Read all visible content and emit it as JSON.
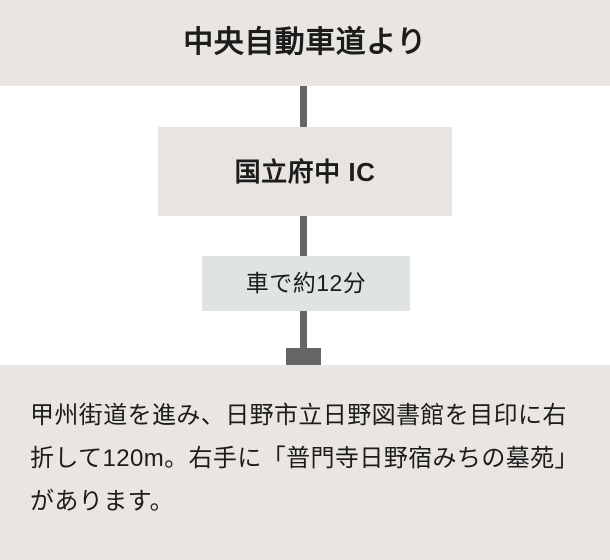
{
  "header": {
    "title": "中央自動車道より"
  },
  "route": {
    "interchange": {
      "label": "国立府中 IC"
    },
    "duration": {
      "label": "車で約12分"
    },
    "connector_color": "#666666",
    "endpoint_marker": "route-endpoint-marker"
  },
  "description": {
    "text": "甲州街道を進み、日野市立日野図書館を目印に右折して120m。右手に「普門寺日野宿みちの墓苑」があります。"
  },
  "colors": {
    "header_background": "#e9e5e1",
    "box_background": "#e8e4e0",
    "duration_background": "#dfe3e3",
    "description_background": "#e9e5e1",
    "connector": "#666666",
    "text": "#1c1c1c"
  }
}
